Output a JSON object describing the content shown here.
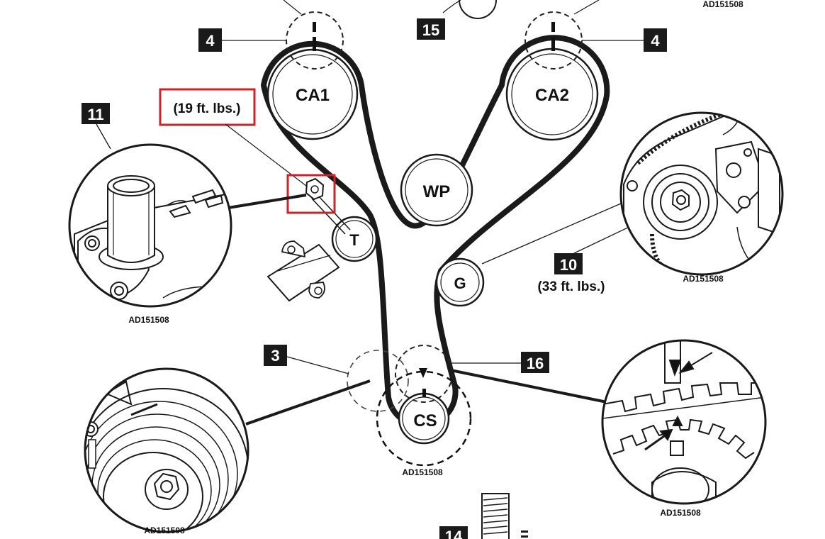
{
  "pulleys": {
    "ca1": "CA1",
    "ca2": "CA2",
    "wp": "WP",
    "t": "T",
    "g": "G",
    "cs": "CS"
  },
  "callouts": {
    "c4_left": "4",
    "c4_right": "4",
    "c15": "15",
    "c11": "11",
    "c10": "10",
    "c3": "3",
    "c16": "16",
    "c14": "14"
  },
  "torque": {
    "tensioner_bolt": "(19 ft. lbs.)",
    "idler_bolt": "(33 ft. lbs.)"
  },
  "figure_codes": {
    "top_right": "AD151508",
    "left_detail": "AD151508",
    "right_detail": "AD151508",
    "bottom_center": "AD151508",
    "bottom_left": "AD151508",
    "bottom_right": "AD151508"
  },
  "highlight_color": "#d0202a"
}
